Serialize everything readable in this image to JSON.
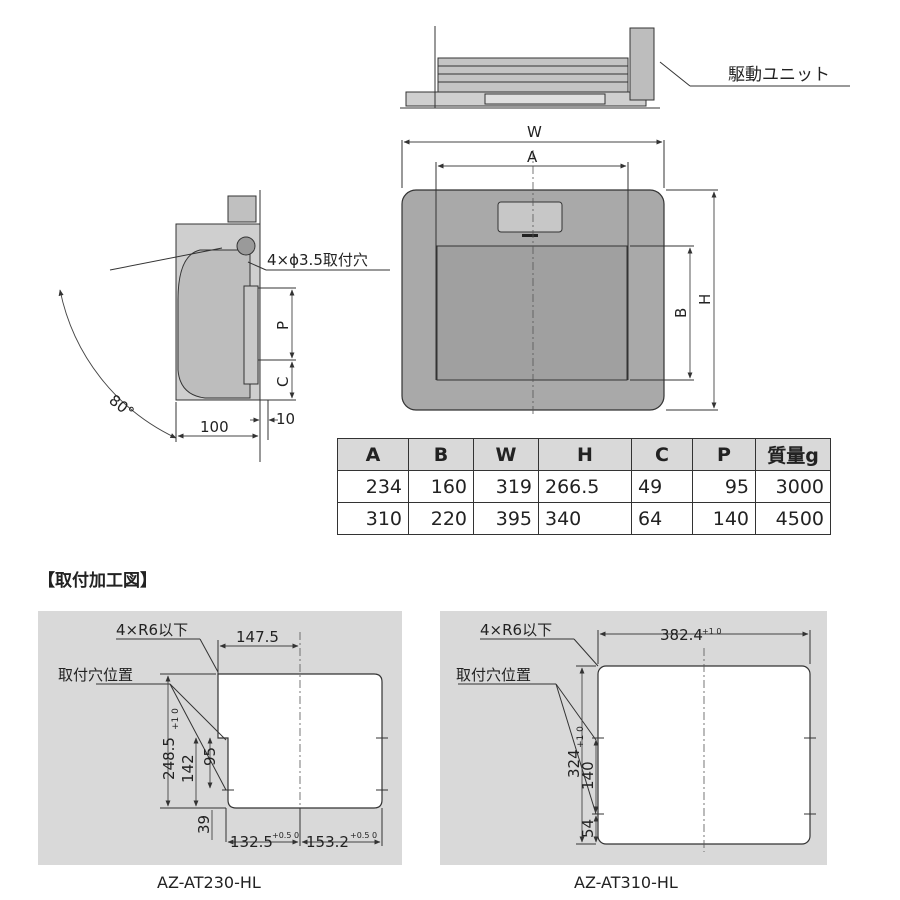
{
  "labels": {
    "drive_unit": "駆動ユニット",
    "mount_holes": "4×ϕ3.5取付穴",
    "angle": "80°",
    "dim_100": "100",
    "dim_10": "10",
    "dim_P": "P",
    "dim_C": "C",
    "dim_W": "W",
    "dim_A": "A",
    "dim_B": "B",
    "dim_H": "H"
  },
  "table": {
    "headers": [
      "A",
      "B",
      "W",
      "H",
      "C",
      "P",
      "質量g"
    ],
    "rows": [
      [
        "234",
        "160",
        "319",
        "266.5",
        "49",
        "95",
        "3000"
      ],
      [
        "310",
        "220",
        "395",
        "340",
        "64",
        "140",
        "4500"
      ]
    ]
  },
  "section_title": "【取付加工図】",
  "left_drawing": {
    "corner_note": "4×R6以下",
    "hole_note": "取付穴位置",
    "dim_top": "147.5",
    "dim_height": "248.5",
    "dim_height_tol": "+1 0",
    "dim_142": "142",
    "dim_95": "95",
    "dim_39": "39",
    "dim_bottom_left": "132.5",
    "dim_bottom_right": "153.2",
    "dim_bottom_tol": "+0.5 0",
    "model": "AZ-AT230-HL"
  },
  "right_drawing": {
    "corner_note": "4×R6以下",
    "hole_note": "取付穴位置",
    "dim_top": "382.4",
    "dim_top_tol": "+1 0",
    "dim_height": "324",
    "dim_height_tol": "+1 0",
    "dim_140": "140",
    "dim_54": "54",
    "model": "AZ-AT310-HL"
  }
}
